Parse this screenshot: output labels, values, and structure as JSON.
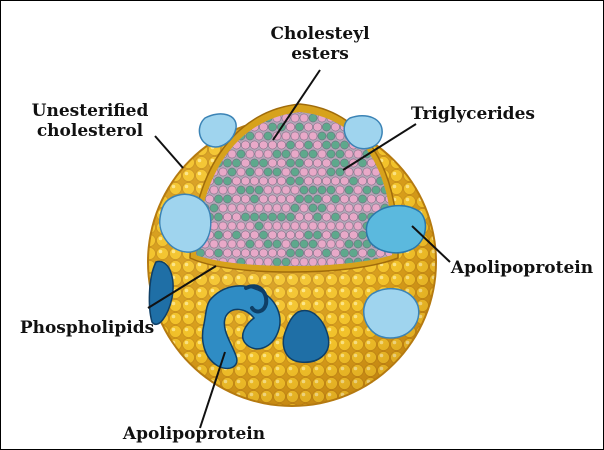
{
  "labels": {
    "cholesteryl_esters": [
      "Cholesteyl",
      "esters"
    ],
    "unesterified_cholesterol": [
      "Unesterified",
      "cholesterol"
    ],
    "triglycerides": "Triglycerides",
    "apolipoprotein_right": "Apolipoprotein",
    "phospholipids": "Phospholipids",
    "apolipoprotein_bottom": "Apolipoprotein"
  },
  "colors": {
    "phospholipid_head": "#f2c22a",
    "phospholipid_shadow": "#c98a12",
    "core_pink": "#e8a9c8",
    "core_green": "#5ea88c",
    "core_background": "#b4a7b8",
    "apoprotein_light": "#9fd4ee",
    "apoprotein_dark": "#1f6fa6",
    "leader_line": "#111111"
  }
}
